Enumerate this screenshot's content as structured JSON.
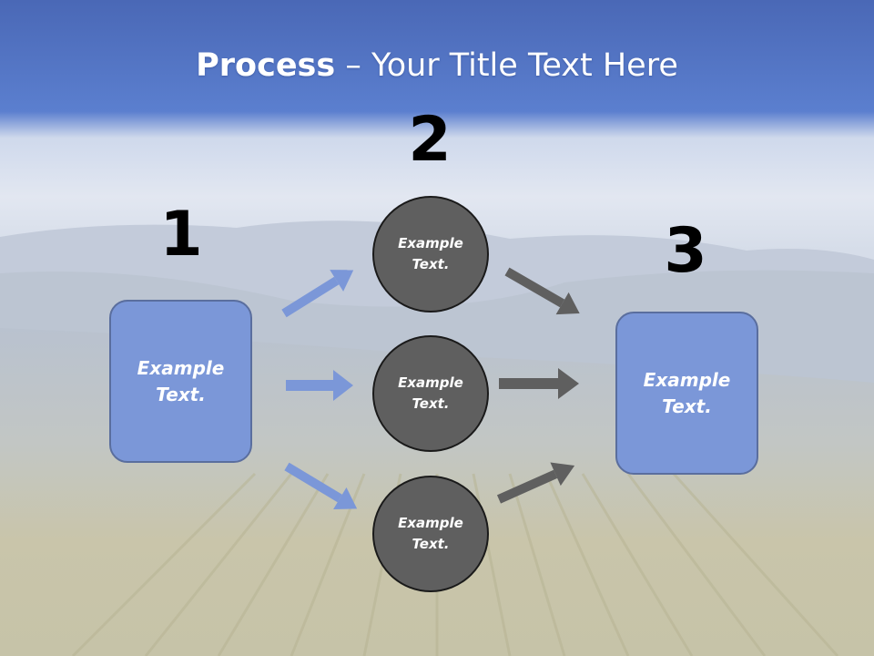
{
  "title": {
    "bold": "Process",
    "rest": " – Your Title Text Here"
  },
  "steps": [
    {
      "number": "1",
      "text_line1": "Example",
      "text_line2": "Text."
    },
    {
      "number": "2"
    },
    {
      "number": "3",
      "text_line1": "Example",
      "text_line2": "Text."
    }
  ],
  "circles": [
    {
      "line1": "Example",
      "line2": "Text."
    },
    {
      "line1": "Example",
      "line2": "Text."
    },
    {
      "line1": "Example",
      "line2": "Text."
    }
  ],
  "colors": {
    "box_fill": "#7b97d8",
    "circle_fill": "#5f5f5f",
    "arrow_blue": "#7b97d8",
    "arrow_gray": "#5f5f5f",
    "sky_top": "#4a6ab8"
  }
}
